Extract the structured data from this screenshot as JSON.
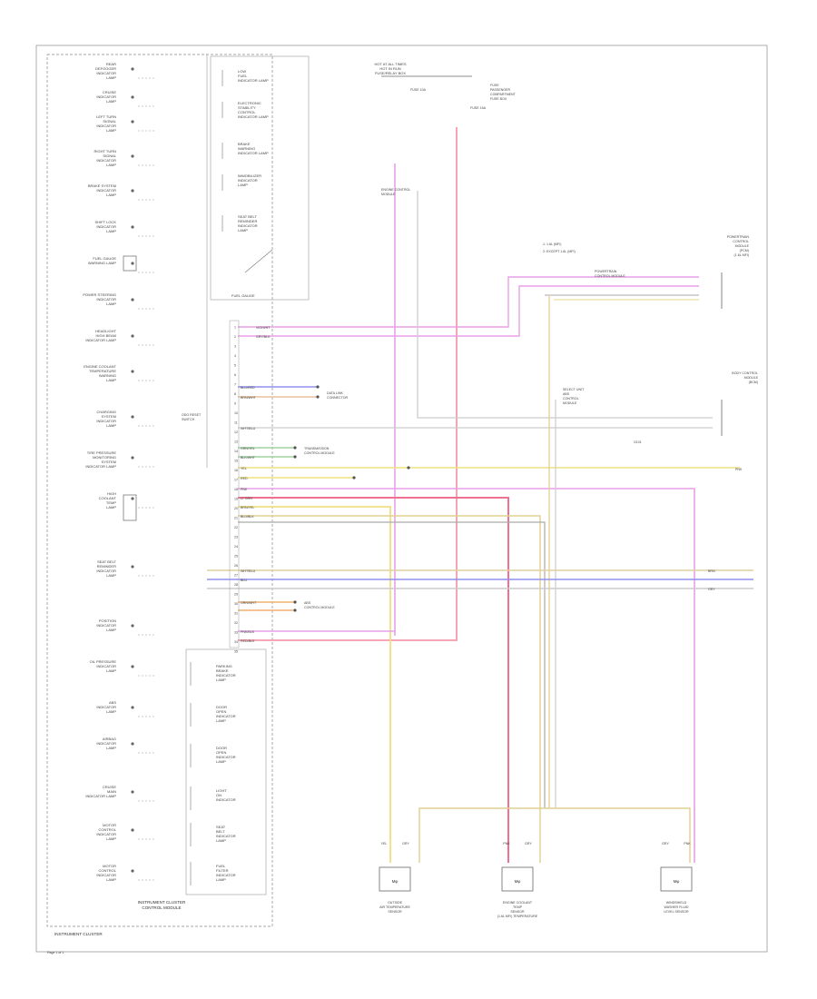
{
  "diagram": {
    "footer": "Page 1 of 1",
    "cluster_box_label": "INSTRUMENT CLUSTER",
    "cluster_module_label": [
      "INSTRUMENT CLUSTER",
      "CONTROL MODULE"
    ],
    "left_indicators": [
      {
        "text": [
          "REAR",
          "DEFOGGER",
          "INDICATOR",
          "LAMP"
        ]
      },
      {
        "text": [
          "CRUISE",
          "INDICATOR",
          "LAMP"
        ]
      },
      {
        "text": [
          "LEFT TURN",
          "SIGNAL",
          "INDICATOR",
          "LAMP"
        ]
      },
      {
        "text": [
          "RIGHT TURN",
          "SIGNAL",
          "INDICATOR",
          "LAMP"
        ]
      },
      {
        "text": [
          "BRAKE SYSTEM",
          "INDICATOR",
          "LAMP"
        ]
      },
      {
        "text": [
          "SHIFT LOCK",
          "INDICATOR",
          "LAMP"
        ]
      },
      {
        "text": [
          "FUEL GAUGE",
          "WARNING LAMP"
        ]
      },
      {
        "text": [
          "POWER STEERING",
          "INDICATOR",
          "LAMP"
        ]
      },
      {
        "text": [
          "HEADLIGHT",
          "HIGH BEAM",
          "INDICATOR LAMP"
        ]
      },
      {
        "text": [
          "ENGINE COOLANT",
          "TEMPERATURE",
          "WARNING",
          "LAMP"
        ]
      },
      {
        "text": [
          "CHARGING",
          "SYSTEM",
          "INDICATOR",
          "LAMP"
        ]
      },
      {
        "text": [
          "TIRE PRESSURE",
          "MONITORING",
          "SYSTEM",
          "INDICATOR LAMP"
        ]
      },
      {
        "text": [
          "HIGH",
          "COOLANT",
          "TEMP",
          "LAMP"
        ]
      },
      {
        "text": [
          "SEAT BELT",
          "REMINDER",
          "INDICATOR",
          "LAMP"
        ]
      },
      {
        "text": [
          "POSITION",
          "INDICATOR",
          "LAMP"
        ]
      },
      {
        "text": [
          "OIL PRESSURE",
          "INDICATOR",
          "LAMP"
        ]
      },
      {
        "text": [
          "ABS",
          "INDICATOR",
          "LAMP"
        ]
      },
      {
        "text": [
          "AIRBAG",
          "INDICATOR",
          "LAMP"
        ]
      },
      {
        "text": [
          "CRUISE",
          "MAIN",
          "INDICATOR LAMP"
        ]
      },
      {
        "text": [
          "MOTOR",
          "CONTROL",
          "INDICATOR",
          "LAMP"
        ]
      },
      {
        "text": [
          "MOTOR",
          "CONTROL",
          "INDICATOR",
          "LAMP"
        ]
      }
    ],
    "inner_indicators": [
      {
        "text": [
          "LOW",
          "FUEL",
          "INDICATOR LAMP"
        ]
      },
      {
        "text": [
          "ELECTRONIC",
          "STABILITY",
          "CONTROL",
          "INDICATOR LAMP"
        ]
      },
      {
        "text": [
          "BRAKE",
          "WARNING",
          "INDICATOR LAMP"
        ]
      },
      {
        "text": [
          "IMMOBILIZER",
          "INDICATOR",
          "LAMP"
        ]
      },
      {
        "text": [
          "SEAT BELT",
          "REMINDER",
          "INDICATOR",
          "LAMP"
        ]
      }
    ],
    "inner_bottom_indicators": [
      {
        "text": [
          "PARKING",
          "BRAKE",
          "INDICATOR",
          "LAMP"
        ]
      },
      {
        "text": [
          "DOOR",
          "OPEN",
          "INDICATOR",
          "LAMP"
        ]
      },
      {
        "text": [
          "DOOR",
          "OPEN",
          "INDICATOR",
          "LAMP"
        ]
      },
      {
        "text": [
          "LIGHT",
          "ON",
          "INDICATOR"
        ]
      },
      {
        "text": [
          "SEAT",
          "BELT",
          "INDICATOR",
          "LAMP"
        ]
      },
      {
        "text": [
          "FUEL",
          "FILTER",
          "INDICATOR",
          "LAMP"
        ]
      }
    ],
    "fuse_label": "FUEL GAUGE",
    "fuse_block_label": [
      "HOT AT ALL TIMES",
      "HOT IN RUN",
      "FUSE/RELAY BOX"
    ],
    "fuse_labels": [
      "FUSE 10A",
      "FUSE 15A"
    ],
    "fuse_box_right_label": [
      "FUSE",
      "PASSENGER",
      "COMPARTMENT",
      "FUSE BOX"
    ],
    "legend": [
      "1: 1.6L (MFI)",
      "2: EXCEPT 1.6L (MFI)"
    ],
    "data_link": [
      "DATA LINK",
      "CONNECTOR"
    ],
    "gnd_label": "G101",
    "right_module_top": [
      "POWERTRAIN",
      "CONTROL",
      "MODULE",
      "(PCM)",
      "(1.6L MFI)"
    ],
    "right_module_mid": [
      "BODY CONTROL",
      "MODULE",
      "(BCM)"
    ],
    "right_connector_label": [
      "SELECT UNIT",
      "ABS",
      "CONTROL",
      "MODULE"
    ],
    "cluster_side_label": [
      "ODO RESET",
      "SWITCH"
    ],
    "wire_labels": {
      "w1": "VIO/WHT",
      "w2": "GRY/BLK",
      "w3": "BLU/RED",
      "w4": "BRN/WHT",
      "w5": "WHT/BLU",
      "w6": "GRN/YEL",
      "w7": "BLK/WHT",
      "w8": "YEL",
      "w9": "RED",
      "w10": "PNK",
      "w11": "LT GRN",
      "w12": "BRN/YEL",
      "w13": "BLU/BLK",
      "w14": "WHT/BLU",
      "w15": "BLU",
      "w16": "ORN/WHT",
      "w17": "PNK/BLK",
      "w18": "RED/BLK",
      "w19": "GRY",
      "w20": "BRN"
    },
    "spot_labels": {
      "dlc": [
        "DATA LINK",
        "CONNECTOR"
      ],
      "tcm": [
        "TRANSMISSION",
        "CONTROL MODULE"
      ],
      "abs": [
        "ABS",
        "CONTROL MODULE"
      ],
      "ecm": [
        "ENGINE CONTROL",
        "MODULE"
      ],
      "pcm": [
        "POWERTRAIN",
        "CONTROL MODULE"
      ],
      "pnk": "PNK"
    },
    "sensors": [
      {
        "label": [
          "OUTSIDE",
          "AIR TEMPERATURE",
          "SENSOR"
        ],
        "pins": [
          "YEL",
          "GRY"
        ]
      },
      {
        "label": [
          "ENGINE COOLANT",
          "TEMP",
          "SENSOR",
          "(1.6L MFI) TEMPERATURE"
        ],
        "pins": [
          "PNK",
          "GRY"
        ]
      },
      {
        "label": [
          "WINDSHIELD",
          "WASHER FLUID",
          "LEVEL SENSOR"
        ],
        "pins": [
          "GRY",
          "PNK"
        ]
      }
    ],
    "sensor_glyph": "Mφ"
  }
}
